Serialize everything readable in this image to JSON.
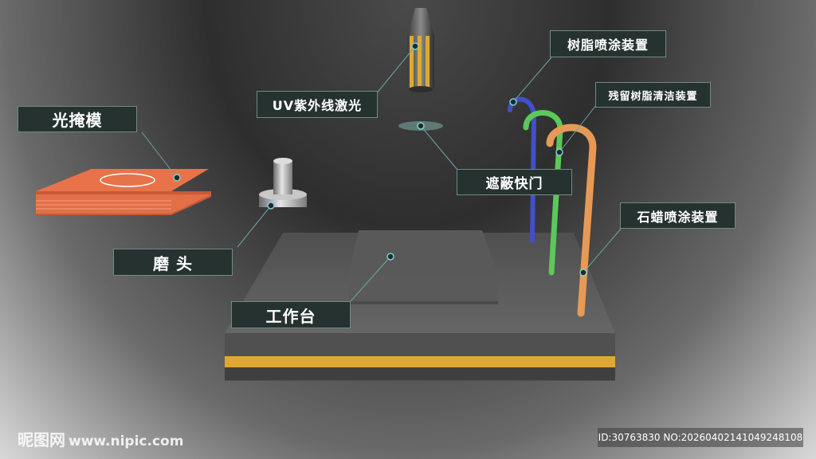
{
  "labels": {
    "photomask": "光掩模",
    "uv_laser": "UV紫外线激光",
    "shutter": "遮蔽快门",
    "resin_sprayer": "树脂喷涂装置",
    "residual_resin_cleaner": "残留树脂清洁装置",
    "wax_sprayer": "石蜡喷涂装置",
    "grinding_head": "磨 头",
    "worktable": "工作台"
  },
  "watermark": {
    "site_name": "昵图网",
    "url": "www.nipic.com",
    "id_text": "ID:30763830 NO:20260402141049248108"
  },
  "colors": {
    "label_bg": "#263230",
    "label_border": "#6f8a85",
    "leader_line": "#6fa3a3",
    "mask": "#e8734a",
    "yellow_stripe": "#e0a832",
    "pipe_blue": "#4050c8",
    "pipe_green": "#5cc85a",
    "pipe_orange": "#e69a55",
    "platform": "#5f5f5f"
  }
}
